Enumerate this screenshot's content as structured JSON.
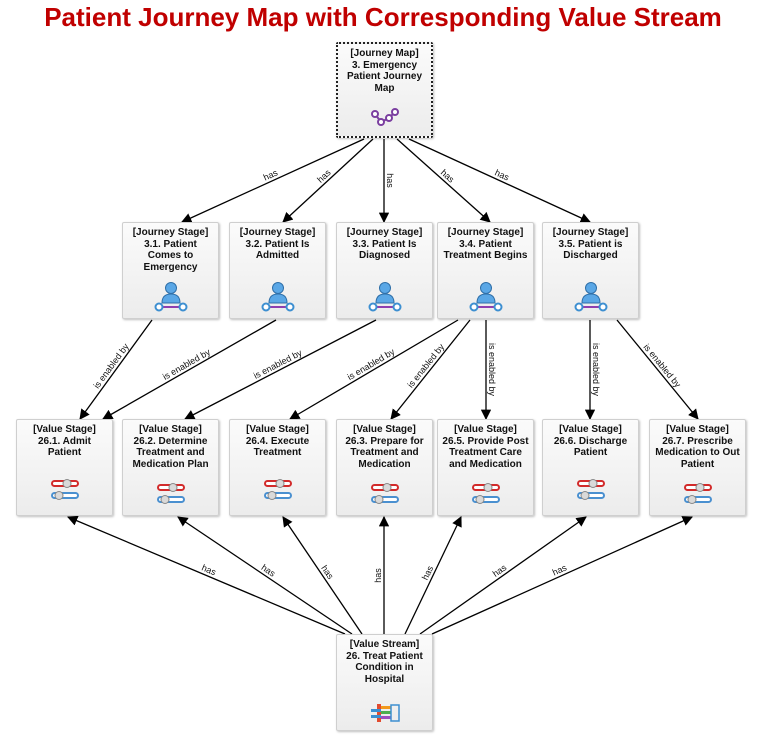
{
  "title": "Patient Journey Map with Corresponding Value Stream",
  "journey_map": {
    "label": "[Journey Map] 3. Emergency Patient Journey Map",
    "icon": "journey-map-icon"
  },
  "journey_stages": [
    {
      "label": "[Journey Stage] 3.1. Patient Comes to Emergency",
      "icon": "person-stage-icon"
    },
    {
      "label": "[Journey Stage] 3.2. Patient Is Admitted",
      "icon": "person-stage-icon"
    },
    {
      "label": "[Journey Stage] 3.3. Patient Is Diagnosed",
      "icon": "person-stage-icon"
    },
    {
      "label": "[Journey Stage] 3.4. Patient Treatment Begins",
      "icon": "person-stage-icon"
    },
    {
      "label": "[Journey Stage] 3.5. Patient is Discharged",
      "icon": "person-stage-icon"
    }
  ],
  "value_stages": [
    {
      "label": "[Value Stage] 26.1. Admit Patient",
      "icon": "toggle-sliders-icon"
    },
    {
      "label": "[Value Stage] 26.2. Determine Treatment and Medication Plan",
      "icon": "toggle-sliders-icon"
    },
    {
      "label": "[Value Stage] 26.4. Execute Treatment",
      "icon": "toggle-sliders-icon"
    },
    {
      "label": "[Value Stage] 26.3. Prepare for Treatment and Medication",
      "icon": "toggle-sliders-icon"
    },
    {
      "label": "[Value Stage] 26.5. Provide Post Treatment Care and Medication",
      "icon": "toggle-sliders-icon"
    },
    {
      "label": "[Value Stage] 26.6. Discharge Patient",
      "icon": "toggle-sliders-icon"
    },
    {
      "label": "[Value Stage] 26.7. Prescribe Medication to Out Patient",
      "icon": "toggle-sliders-icon"
    }
  ],
  "value_stream": {
    "label": "[Value Stream] 26. Treat Patient Condition in Hospital",
    "icon": "value-stream-icon"
  },
  "edge_labels": {
    "has": "has",
    "enabled_by": "is enabled by"
  },
  "colors": {
    "title": "#c00000",
    "journey_icon": "#7b3fa0",
    "person_icon": "#3d8fd1",
    "slider_red": "#d22b2b",
    "slider_blue": "#4a90d0"
  }
}
